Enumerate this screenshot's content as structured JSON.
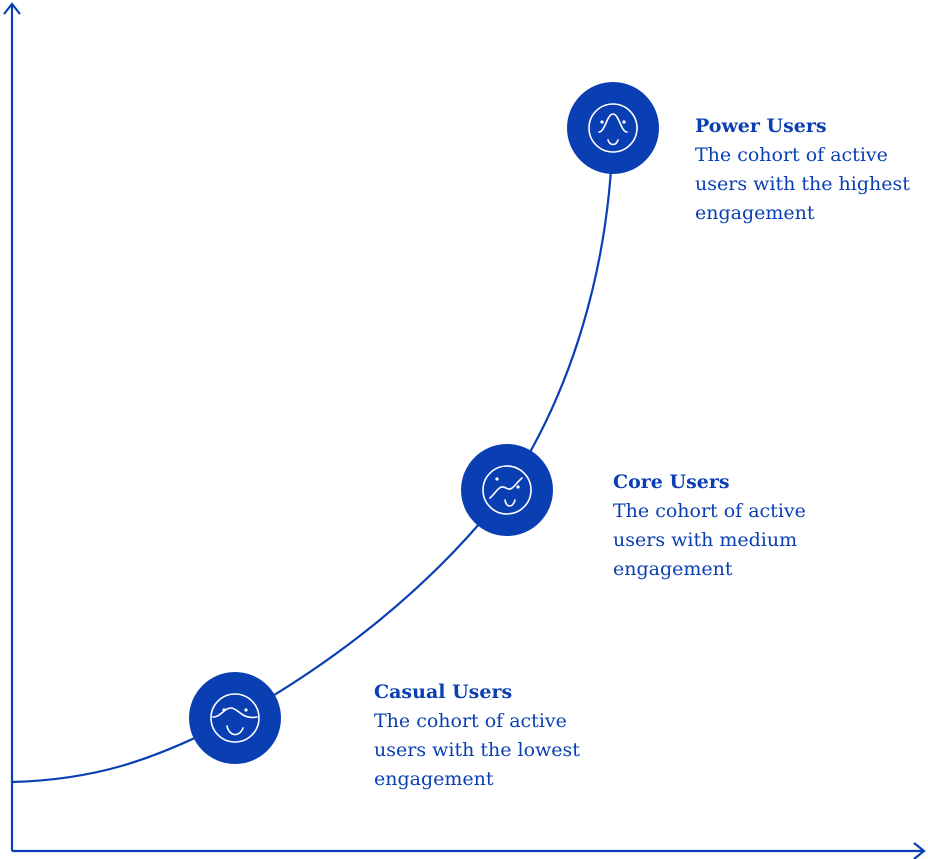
{
  "colors": {
    "primary": "#0a3fb4",
    "background": "#ffffff",
    "icon_stroke": "#ffffff"
  },
  "axes": {
    "x_label": "",
    "y_label": ""
  },
  "stages": [
    {
      "title": "Casual Users",
      "description_lines": [
        "The cohort of active",
        "users with the lowest",
        "engagement"
      ],
      "icon": "wave-face-icon"
    },
    {
      "title": "Core Users",
      "description_lines": [
        "The cohort of active",
        "users with medium",
        "engagement"
      ],
      "icon": "rising-line-face-icon"
    },
    {
      "title": "Power Users",
      "description_lines": [
        "The cohort of active",
        "users with the highest",
        "engagement"
      ],
      "icon": "peak-face-icon"
    }
  ]
}
